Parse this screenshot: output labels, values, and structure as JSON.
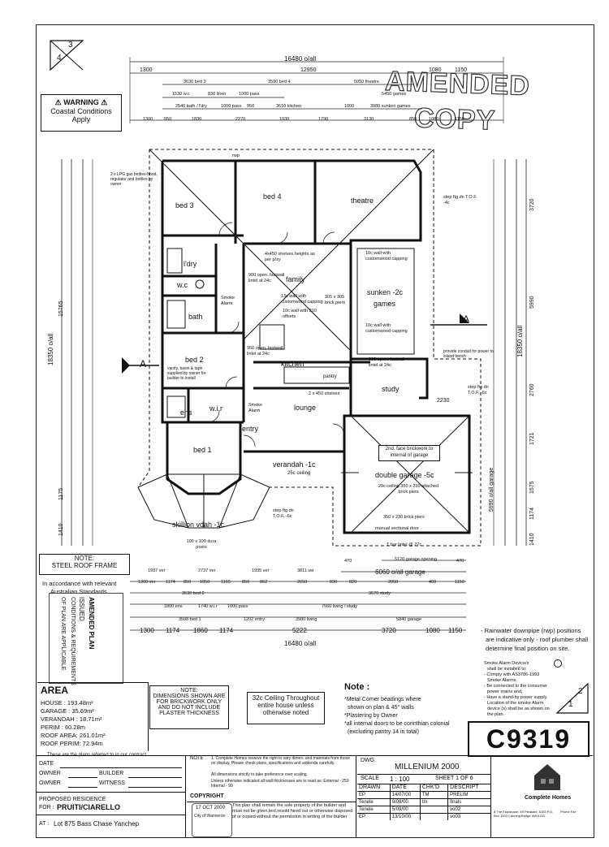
{
  "sheet_corner": {
    "top": "3",
    "bottom": "4"
  },
  "stamps": {
    "amended": "AMENDED",
    "copy": "COPY"
  },
  "warning": {
    "line1": "WARNING",
    "line2": "Coastal Conditions",
    "line3": "Apply"
  },
  "top_dims": {
    "overall": "16480 o/all",
    "row1": [
      "1300",
      "12950",
      "1080",
      "1150"
    ],
    "row2": [
      "3630 bed 3",
      "3590 bed 4",
      "5050 theatre"
    ],
    "row3": [
      "1530 w.c",
      "830 linen",
      "1000 pass",
      "5450 games"
    ],
    "row4": [
      "2540 bath / l'dry",
      "1000 pass",
      "950",
      "3610 kitchen",
      "1000",
      "3980 sunken games"
    ],
    "row5": [
      "1300",
      "950",
      "1830",
      "2270",
      "1930",
      "1790",
      "3130",
      "850",
      "1080",
      "1150"
    ]
  },
  "rooms": {
    "bed3": "bed 3",
    "bed4": "bed 4",
    "theatre": "theatre",
    "ldry": "l'dry",
    "wc": "w.c",
    "bath": "bath",
    "family": "family",
    "sunken": "sunken -2c",
    "games": "games",
    "bed2": "bed 2",
    "wir": "w.i.r",
    "ens": "ens",
    "kitchen": "kitchen",
    "pantry": "pantry",
    "study": "study",
    "lounge": "lounge",
    "entry": "entry",
    "bed1": "bed 1",
    "verandah": "verandah -1c",
    "garage": "double garage -5c",
    "skillion": "skillion vdah -1c"
  },
  "notes_in_plan": {
    "lpg": "2 x LPG gas bottles-hood, regulator and bottles by owner",
    "shelves": "4x450 shelves heights as per p/zy",
    "wall1": "10c wall with customwood capping",
    "wall2": "10c wall with customwood capping",
    "wall3": "13c wall with customwood capping",
    "wall4": "10c wall with 210 offsets",
    "opening1": "900 open. fastwall lintel at 24c",
    "opening2": "950 open. fastwall lintel at 24c",
    "opening3": "900 open. fastwall lintel at 24c",
    "piers": "305 x 305 brick piers",
    "smoke1": "Smoke Alarm",
    "smoke2": "Smoke Alarm",
    "plumb": "2 x 450 shelves",
    "vanity": "vanity, basin & tape supplied by owner for builder to install",
    "facebrick": "2nd. face brickwork to internal of garage",
    "garage_piers": "29c ceiling 350 x 230 attached brick piers",
    "garage_piers2": "350 x 230 brick piers",
    "manual_door": "manual sectional door",
    "tbeam": "T bar lintel @ 27c",
    "section_a": "A",
    "rwp": "rwp",
    "step_top": "step ftg dn T.O.F. -4c",
    "step_mid": "step ftg dn T.O.F. -6c",
    "step_low": "step ftg dn T.O.F. -6c",
    "conduit": "provide conduit for power to island bench",
    "dura": "100 x 100 dura posts",
    "ceiling_25": "25c ceiling"
  },
  "right_dims": {
    "overall": "18350 o/all",
    "a": "3720",
    "b": "5990",
    "c": "2760",
    "d": "1721",
    "e": "1575",
    "f": "1174",
    "g": "1410",
    "garage": "5990 o/all garage",
    "h": "2230"
  },
  "left_dims": {
    "overall": "18350 o/all",
    "a": "15765",
    "b": "1175",
    "c": "1410"
  },
  "bottom_dims": {
    "garage_opening": "5120 garage opening",
    "garage_overall": "6060 o/all garage",
    "overall": "16480 o/all",
    "row_a": [
      "1300",
      "1174",
      "1860",
      "1174",
      "5222",
      "3720",
      "1080",
      "1150"
    ],
    "row_b": [
      "1937 ver",
      "2737 ver",
      "1935 ver",
      "3811 ver",
      "470",
      "470"
    ],
    "row_c": [
      "1300 ver",
      "1174",
      "850",
      "1050",
      "1165",
      "850",
      "862",
      "2650",
      "830",
      "820",
      "2050",
      "400",
      "1150"
    ],
    "row_d": [
      "3630 bed 2",
      "3670 study"
    ],
    "row_e": [
      "1800 ens",
      "1740 w.i.r",
      "1000 pass",
      "7560 living / study"
    ],
    "row_f": [
      "3508 bed 1",
      "1202 entry",
      "3980 living",
      "5840 garage"
    ]
  },
  "note_roof": {
    "title": "NOTE:",
    "body": "STEEL ROOF FRAME"
  },
  "accordance": {
    "line1": "In accordance with relevant",
    "line2": "Australian Standards"
  },
  "amended_plan": {
    "l1": "AMENDED PLAN",
    "l2": "ISSUED",
    "l3": "CONDITIONS & REQUIREMENTS",
    "l4": "OF PLAN ARE APPLICABLE"
  },
  "area": {
    "title": "AREA",
    "house": "HOUSE : 193.48m²",
    "garage": "GARAGE : 35.69m²",
    "verandah": "VERANDAH : 18.71m²",
    "perim": "PERIM : 60.28m",
    "roof_area": "ROOF AREA: 261.01m²",
    "roof_perim": "ROOF PERIM: 72.94m"
  },
  "note_dims": {
    "title": "NOTE:",
    "l1": "DIMENSIONS SHOWN ARE",
    "l2": "FOR BRICKWORK ONLY",
    "l3": "AND DO NOT INCLUDE",
    "l4": "PLASTER THICKNESS"
  },
  "ceiling_note": {
    "l1": "32c Ceiling Throughout",
    "l2": "entire house unless",
    "l3": "otherwise noted"
  },
  "general_note": {
    "title": "Note :",
    "l1": "*Metal Corner beadings where",
    "l2": "shown on plan & 45° walls",
    "l3": "*Plastering by Owner",
    "l4": "*all internal doors to be corinthian colonial",
    "l5": "(excluding pantry 14 in total)"
  },
  "rwp_note": {
    "l1": "- Rainwater downpipe (rwp) positions",
    "l2": "are indicative only - roof plumber shall",
    "l3": "determine final position on site."
  },
  "smoke_note": {
    "l1": "Smoke Alarm Device/s",
    "l2": "shall be installed to:",
    "l3": "- Comply with AS3786-1993",
    "l4": "Smoke Alarms.",
    "l5": "- Be connected to the consumer",
    "l6": "power mains and,",
    "l7": "- Have a stand-by power supply.",
    "l8": "Location of the smoke Alarm",
    "l9": "device (s) shall be as shown on",
    "l10": "the plan."
  },
  "sheet_badge": {
    "top": "2",
    "bottom": "1"
  },
  "job_no": "C9319",
  "title_block": {
    "plans_ref": "These are the plans referred to in our contract",
    "date": "DATE",
    "owner1": "OWNER",
    "builder": "BUILDER",
    "owner2": "OWNER",
    "witness": "WITNESS",
    "residence": "PROPOSED RESIDENCE",
    "for_label": "FOR :",
    "for_value": "PRUITI/CIARELLO",
    "at_label": "AT :",
    "at_value": "Lot 875 Bass Chase Yanchep",
    "copyright_title": "COPYRIGHT",
    "note_label": "NOTE :",
    "note1": "1. Complete Homes reserve the right to vary dimen. and materials from those on display. Please check plans, specifications and addenda carefully.",
    "note2": "All dimensions strictly to take preference over scaling.",
    "note3": "Unless otherwise indicated all wall thicknesses are to read as: External - 250 Internal - 90",
    "copyright": "This plan shall remain the sole property of the builder and must not be given,lent,resold hired out or otherwise disposed of or copied without the permission in writing of the builder",
    "dwg_label": "DWG.",
    "dwg_name": "MILLENIUM 2000",
    "scale_label": "SCALE",
    "scale": "1 : 100",
    "sheet": "SHEET 1 OF 6",
    "headers": [
      "DRAWN",
      "DATE",
      "CHK'D",
      "DESCRIPT"
    ],
    "rows": [
      [
        "EP",
        "14/07/00",
        "TM",
        "PRELIM"
      ],
      [
        "Tenele",
        "9/08/00",
        "tm",
        "finals"
      ],
      [
        "Tenele",
        "5/09/00",
        "",
        "vo02"
      ],
      [
        "EP",
        "13/10/00",
        "",
        "vo03"
      ]
    ],
    "company": "Complete Homes",
    "company_addr": "8 The Esplanade, Mt Pleasant, 6153  P.O. Box 1003 Canning Bridge WA 6153",
    "phone": "Phone Fax",
    "stamp_date": "17 OCT 2000",
    "stamp_city": "City of Wanneroo"
  }
}
